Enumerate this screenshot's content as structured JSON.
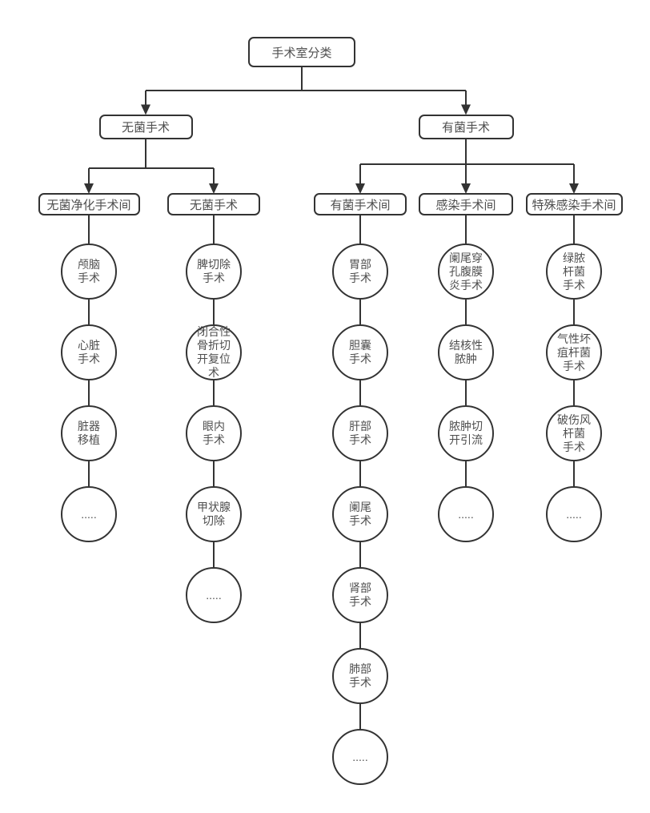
{
  "diagram": {
    "root": {
      "id": "operating-room-classification",
      "label": "手术室分类"
    },
    "level2": [
      {
        "id": "aseptic-surgery",
        "label": "无菌手术"
      },
      {
        "id": "septic-surgery",
        "label": "有菌手术"
      }
    ],
    "columns": [
      {
        "id": "aseptic-clean-operating-room",
        "parent": 0,
        "header": "无菌净化手术间",
        "items": [
          "颅脑\n手术",
          "心脏\n手术",
          "脏器\n移植",
          "....."
        ]
      },
      {
        "id": "aseptic-operating-room",
        "parent": 0,
        "header": "无菌手术",
        "items": [
          "脾切除\n手术",
          "闭合性\n骨折切\n开复位\n术",
          "眼内\n手术",
          "甲状腺\n切除",
          "....."
        ]
      },
      {
        "id": "septic-operating-room",
        "parent": 1,
        "header": "有菌手术间",
        "items": [
          "胃部\n手术",
          "胆囊\n手术",
          "肝部\n手术",
          "阑尾\n手术",
          "肾部\n手术",
          "肺部\n手术",
          "....."
        ]
      },
      {
        "id": "infection-operating-room",
        "parent": 1,
        "header": "感染手术间",
        "items": [
          "阑尾穿\n孔腹膜\n炎手术",
          "结核性\n脓肿",
          "脓肿切\n开引流",
          "....."
        ]
      },
      {
        "id": "special-infection-operating-room",
        "parent": 1,
        "header": "特殊感染手术间",
        "items": [
          "绿脓\n杆菌\n手术",
          "气性坏\n疽杆菌\n手术",
          "破伤风\n杆菌\n手术",
          "....."
        ]
      }
    ],
    "colors": {
      "line": "#333333",
      "text": "#4f4f4f",
      "node_bg": "#ffffff"
    }
  }
}
